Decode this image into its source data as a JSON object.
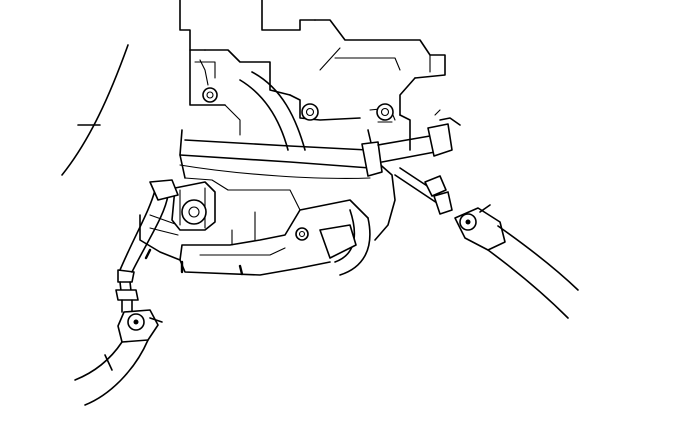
{
  "diagram": {
    "kind": "technical line drawing",
    "palette": {
      "ink": "#000000",
      "paper": "#ffffff"
    },
    "components": [
      "engine-block",
      "bracket-bolts",
      "large-hex-nut",
      "upper-hoses",
      "lower-elbow-hose",
      "left-hose-with-clamp",
      "right-hose-with-clamp",
      "steel-line"
    ]
  }
}
